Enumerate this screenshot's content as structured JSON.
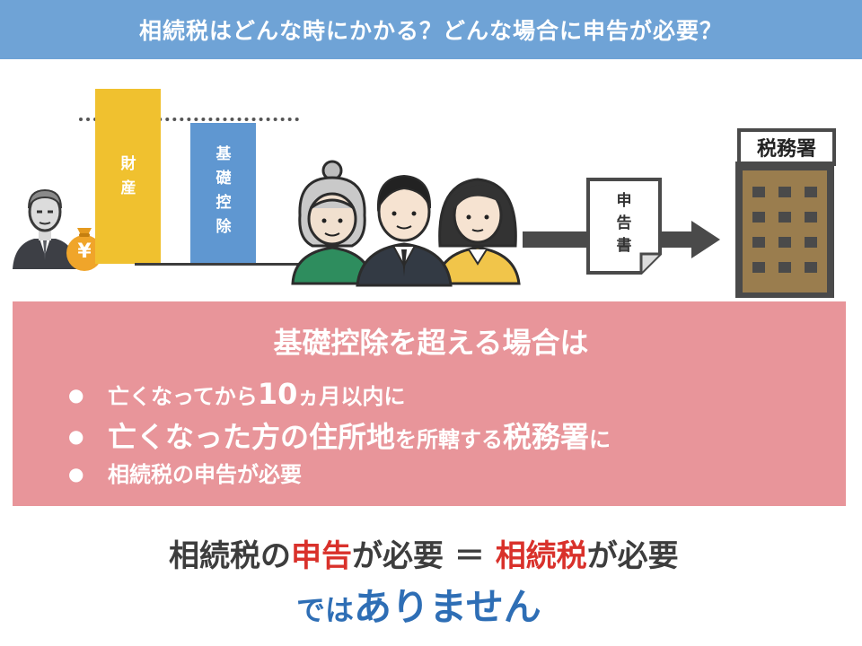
{
  "title": "相続税はどんな時にかかる？どんな場合に申告が必要？",
  "diagram": {
    "bar_assets_label": "財産",
    "bar_deduction_label": "基礎控除",
    "document_label": "申告書",
    "tax_office_label": "税務署",
    "yen_symbol": "¥"
  },
  "panel": {
    "heading": "基礎控除を超える場合は",
    "line1_a": "亡くなってから",
    "line1_b": "10",
    "line1_c": "ヵ月以内に",
    "line2_a": "亡くなった方の住所地",
    "line2_b": "を所轄する",
    "line2_c": "税務署",
    "line2_d": "に",
    "line3": "相続税の申告が必要",
    "bullet": "●"
  },
  "bottom": {
    "part1": "相続税の",
    "part2": "申告",
    "part3": "が必要 ＝ ",
    "part4": "相続税",
    "part5": "が必要",
    "line2_a": "では",
    "line2_b": "ありません"
  },
  "colors": {
    "title_bg": "#6fa3d6",
    "assets": "#f0c12f",
    "deduction": "#5f97d1",
    "panel": "#e8959a",
    "emphasis_red": "#d9312b",
    "emphasis_blue": "#2e6eb5",
    "building": "#9a7d4e"
  }
}
